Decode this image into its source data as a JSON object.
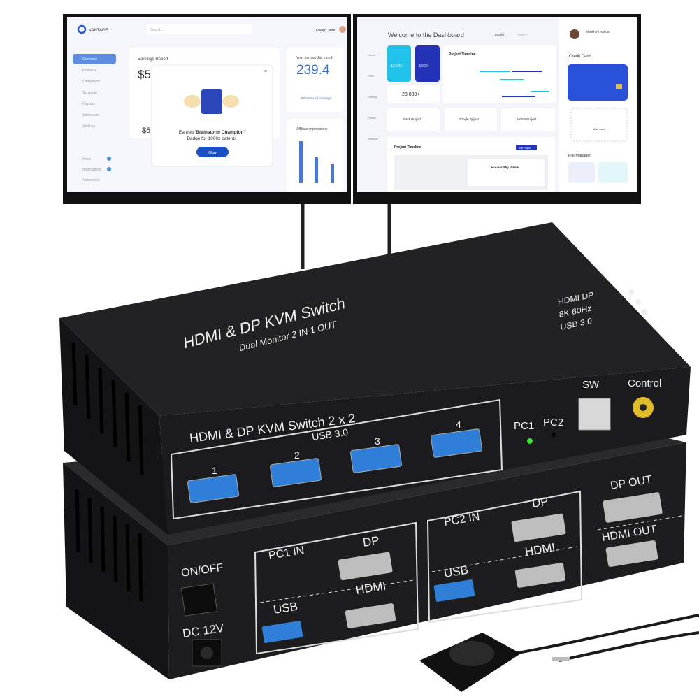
{
  "left_monitor": {
    "brand": "VANTAGE",
    "search_placeholder": "Search...",
    "user": "Evelyn Jade",
    "nav": [
      "Overview",
      "Products",
      "Campaigns",
      "Schedule",
      "Payouts",
      "Statement",
      "Settings"
    ],
    "insights_nav": [
      "Inbox",
      "Notifications",
      "Comments"
    ],
    "earnings_title": "Earnings Report",
    "earnings_value": "$5",
    "earnings_value_2": "$5",
    "month_title": "Your earning this month",
    "month_value": "239.4",
    "withdraw_label": "Withdraw All Earnings",
    "affiliate_title": "Affiliate impressions",
    "modal_line1_prefix": "Earned ",
    "modal_line1_bold": "'Brainstorm Champion'",
    "modal_line2": "Badge for 1000x patents",
    "modal_button": "Okay"
  },
  "right_monitor": {
    "title": "Welcome to the Dashboard",
    "language": "English",
    "search_placeholder": "Search",
    "user": "Sheikh Al Rahom",
    "nav": [
      "Home",
      "Files",
      "Listings",
      "Clients",
      "Settings"
    ],
    "stat1": "12,500+",
    "stat2": "3,000+",
    "stat3": "23,000+",
    "timeline_title": "Project Timeline",
    "projects": [
      "Slack Project",
      "Google Pjoject",
      "Airbnb Project"
    ],
    "timeline_title_2": "Project Timeline",
    "add_project": "Add Project",
    "card_title": "Credit Card",
    "add_card": "Add card",
    "file_manager": "File Manager",
    "house_title": "Houser Sky Vision"
  },
  "device": {
    "top_label_1": "HDMI & DP KVM Switch",
    "top_label_2": "Dual Monitor 2 IN 1 OUT",
    "spec_1": "HDMI DP",
    "spec_2": "8K 60Hz",
    "spec_3": "USB 3.0",
    "front_title": "HDMI & DP KVM Switch 2 x 2",
    "usb_group": "USB 3.0",
    "usb_ports": [
      "1",
      "2",
      "3",
      "4"
    ],
    "pc1": "PC1",
    "pc2": "PC2",
    "sw": "SW",
    "control": "Control",
    "on_off": "ON/OFF",
    "dc": "DC 12V",
    "pc1_in": "PC1 IN",
    "pc2_in": "PC2 IN",
    "dp": "DP",
    "hdmi": "HDMI",
    "usb": "USB",
    "dp_out": "DP OUT",
    "hdmi_out": "HDMI OUT",
    "led_color": "#3be03b",
    "body_color": "#1b1b1d"
  }
}
